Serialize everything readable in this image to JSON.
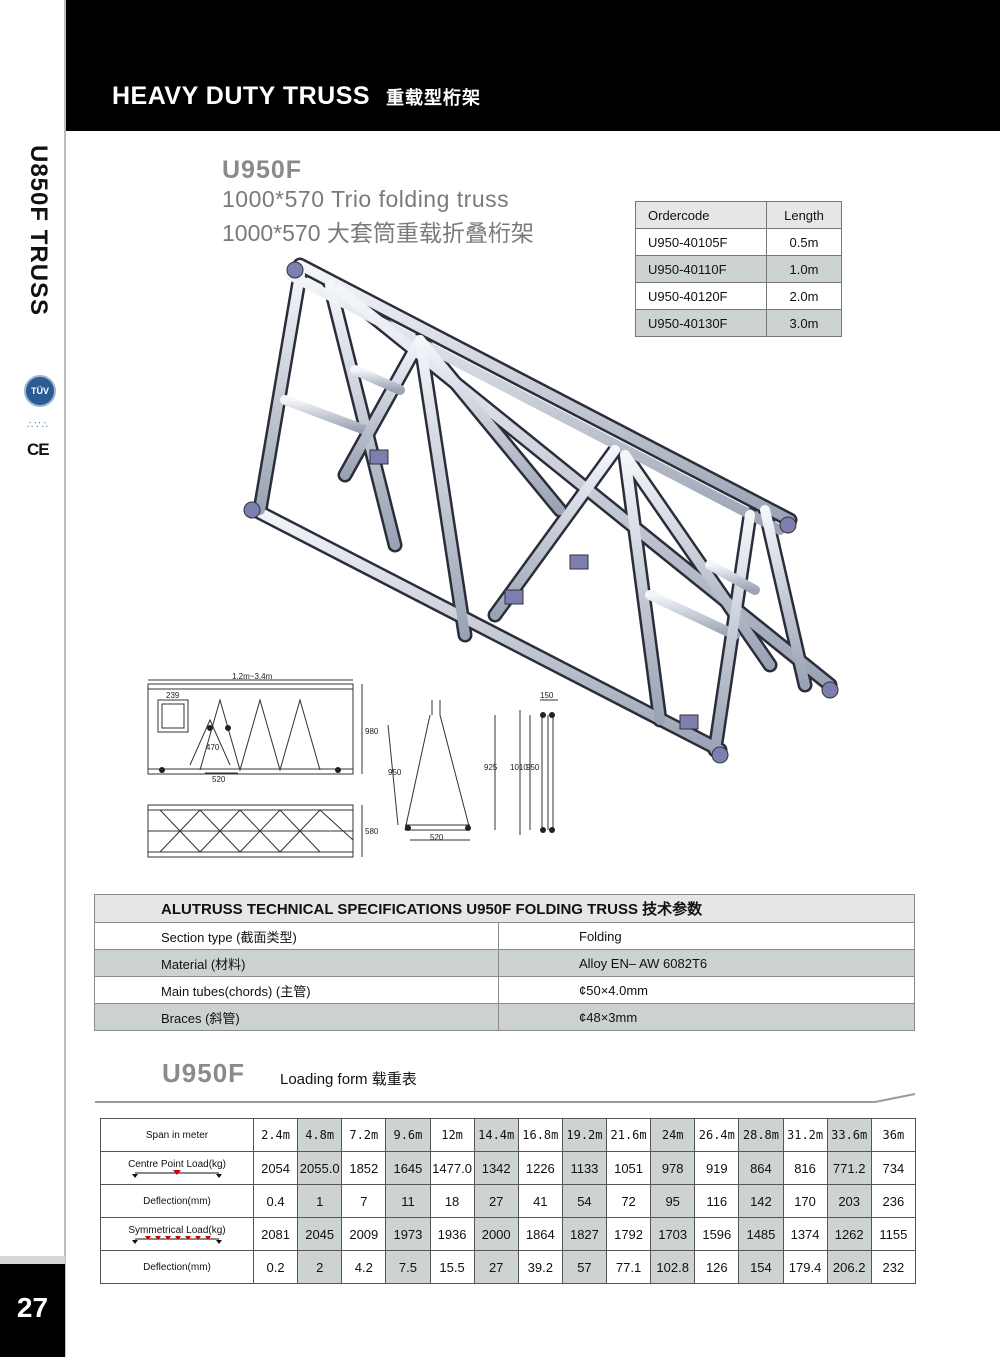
{
  "header": {
    "title_en": "HEAVY DUTY TRUSS",
    "title_cn": "重载型桁架"
  },
  "sidebar": {
    "vertical_text": "U850F TRUSS",
    "cert_tuv": "TÜV",
    "cert_ce": "CE",
    "page_number": "27"
  },
  "product": {
    "model": "U950F",
    "subtitle_en": "1000*570   Trio folding  truss",
    "subtitle_cn": "1000*570  大套筒重载折叠桁架"
  },
  "order_table": {
    "headers": [
      "Ordercode",
      "Length"
    ],
    "rows": [
      [
        "U950-40105F",
        "0.5m"
      ],
      [
        "U950-40110F",
        "1.0m"
      ],
      [
        "U950-40120F",
        "2.0m"
      ],
      [
        "U950-40130F",
        "3.0m"
      ]
    ]
  },
  "drawings": {
    "front_width": "1.2m~3.4m",
    "front_box": "239",
    "front_inner": "470",
    "front_bottom": "520",
    "front_height": "980",
    "top_height": "580",
    "side_slant": "950",
    "side_height": "925",
    "side_bottom": "520",
    "end_top": "150",
    "end_outer": "1010",
    "end_inner": "950"
  },
  "specs": {
    "title": "ALUTRUSS TECHNICAL SPECIFICATIONS U950F FOLDING TRUSS    技术参数",
    "rows": [
      [
        "Section  type  (截面类型)",
        "Folding"
      ],
      [
        "Material  (材料)",
        "Alloy EN– AW 6082T6"
      ],
      [
        "Main tubes(chords)  (主管)",
        "¢50×4.0mm"
      ],
      [
        "Braces  (斜管)",
        "¢48×3mm"
      ]
    ]
  },
  "loading": {
    "model": "U950F",
    "label": "Loading form 载重表",
    "row_labels": [
      "Span in meter",
      "Centre Point  Load(kg)",
      "Deflection(mm)",
      "Symmetrical Load(kg)",
      "Deflection(mm)"
    ],
    "spans": [
      "2.4m",
      "4.8m",
      "7.2m",
      "9.6m",
      "12m",
      "14.4m",
      "16.8m",
      "19.2m",
      "21.6m",
      "24m",
      "26.4m",
      "28.8m",
      "31.2m",
      "33.6m",
      "36m"
    ],
    "centre_load": [
      "2054",
      "2055.0",
      "1852",
      "1645",
      "1477.0",
      "1342",
      "1226",
      "1133",
      "1051",
      "978",
      "919",
      "864",
      "816",
      "771.2",
      "734"
    ],
    "centre_deflection": [
      "0.4",
      "1",
      "7",
      "11",
      "18",
      "27",
      "41",
      "54",
      "72",
      "95",
      "116",
      "142",
      "170",
      "203",
      "236"
    ],
    "sym_load": [
      "2081",
      "2045",
      "2009",
      "1973",
      "1936",
      "2000",
      "1864",
      "1827",
      "1792",
      "1703",
      "1596",
      "1485",
      "1374",
      "1262",
      "1155"
    ],
    "sym_deflection": [
      "0.2",
      "2",
      "4.2",
      "7.5",
      "15.5",
      "27",
      "39.2",
      "57",
      "77.1",
      "102.8",
      "126",
      "154",
      "179.4",
      "206.2",
      "232"
    ]
  },
  "colors": {
    "header_bg": "#000000",
    "row_shade": "#cdd3cf",
    "title_gray": "#8a8a8a"
  }
}
